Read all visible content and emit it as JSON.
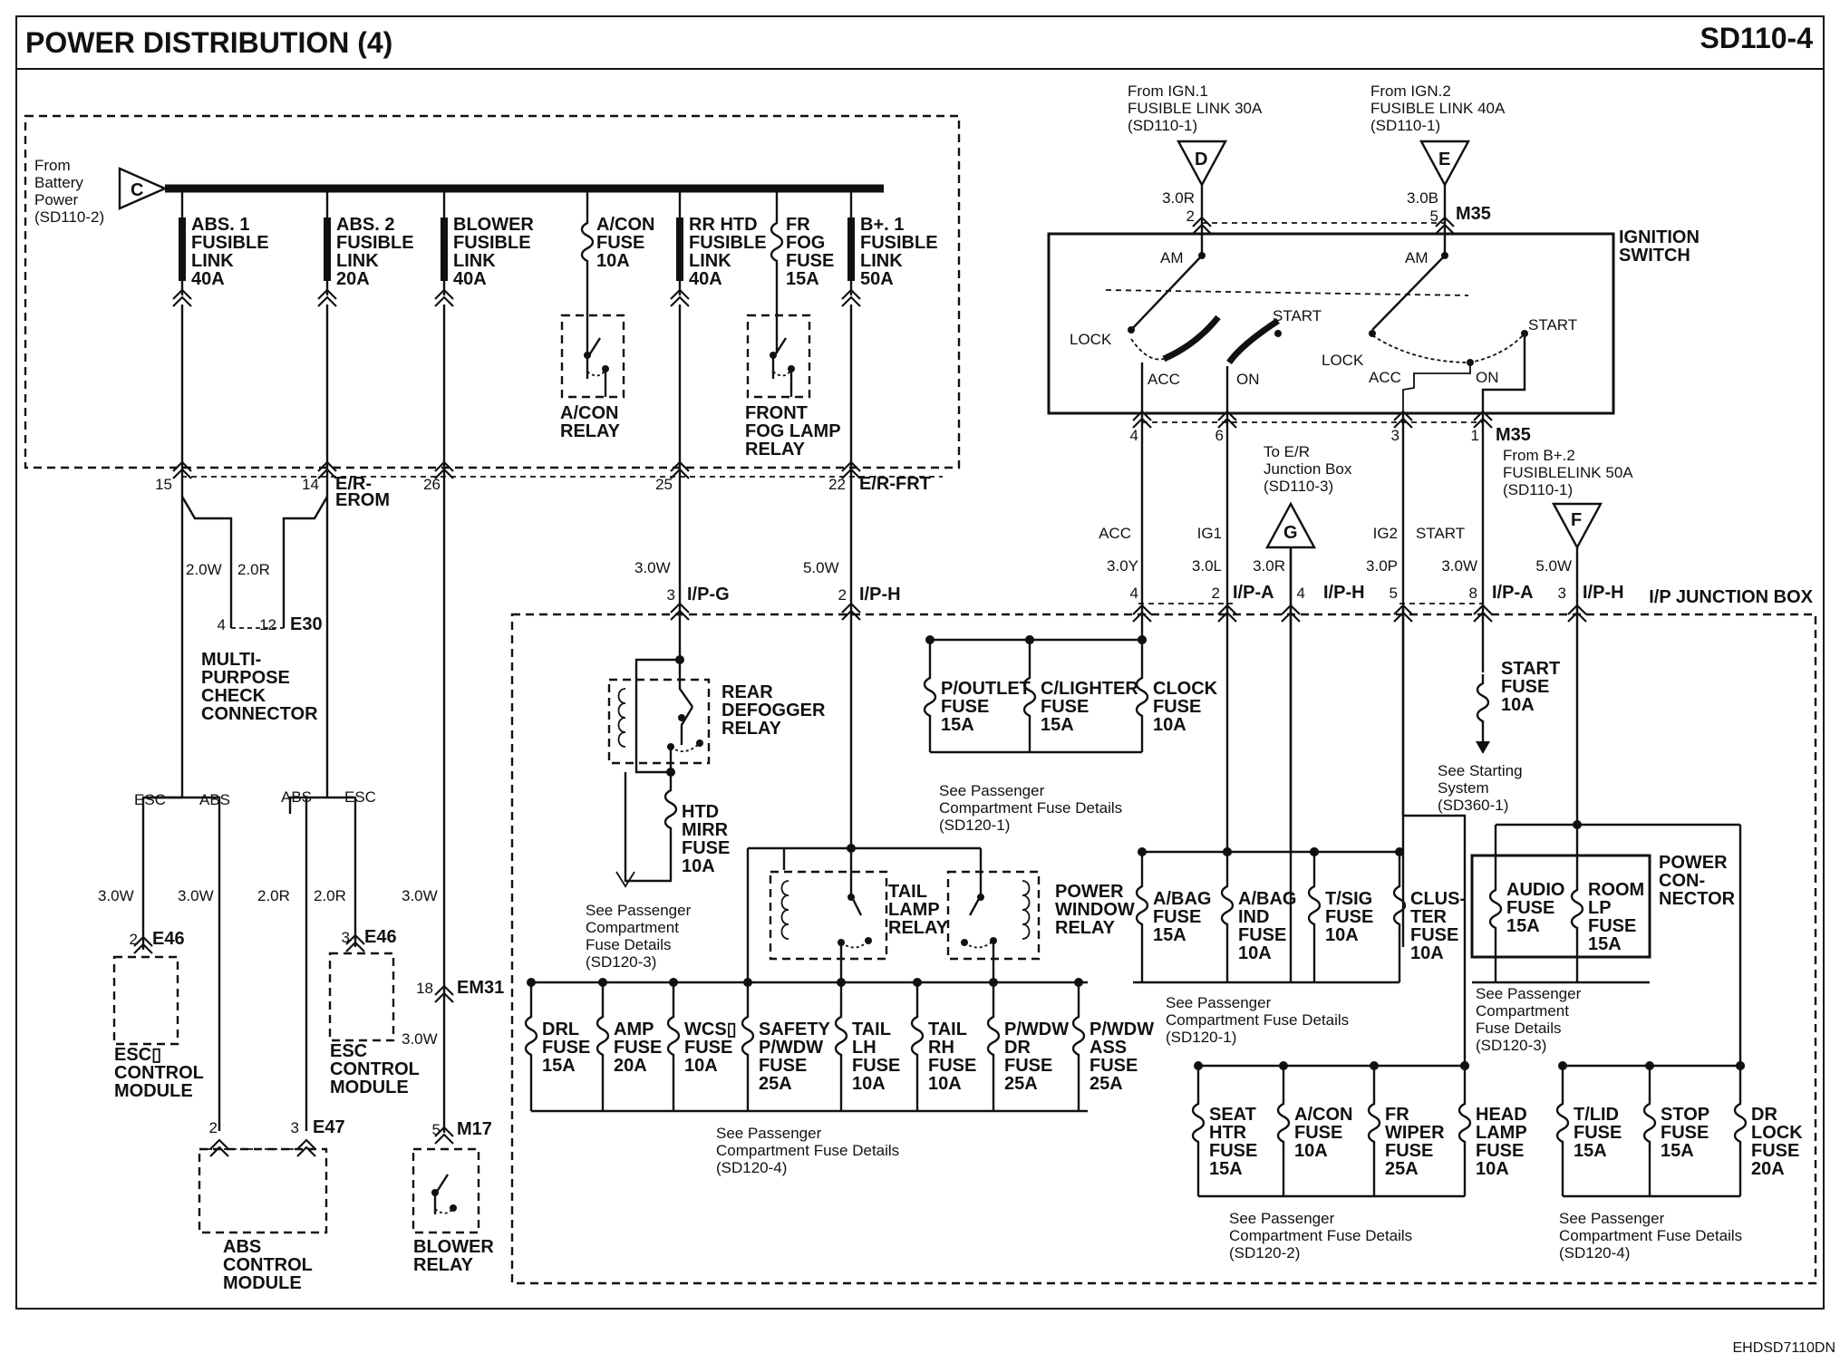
{
  "header": {
    "title": "POWER DISTRIBUTION (4)",
    "code": "SD110-4",
    "footer_code": "EHDSD7110DN"
  },
  "battery": {
    "source": [
      "From",
      "Battery",
      "Power",
      "(SD110-2)"
    ],
    "connector": "C"
  },
  "er_box": {
    "title": [
      "E/R",
      "JUNCTION",
      "BOX"
    ]
  },
  "er_fuses": [
    {
      "id": "abs1",
      "lines": [
        "ABS. 1",
        "FUSIBLE",
        "LINK",
        "40A"
      ]
    },
    {
      "id": "abs2",
      "lines": [
        "ABS. 2",
        "FUSIBLE",
        "LINK",
        "20A"
      ]
    },
    {
      "id": "blower",
      "lines": [
        "BLOWER",
        "FUSIBLE",
        "LINK",
        "40A"
      ]
    },
    {
      "id": "acon",
      "lines": [
        "A/CON",
        "FUSE",
        "10A"
      ]
    },
    {
      "id": "rrhtd",
      "lines": [
        "RR HTD",
        "FUSIBLE",
        "LINK",
        "40A"
      ]
    },
    {
      "id": "frfog",
      "lines": [
        "FR",
        "FOG",
        "FUSE",
        "15A"
      ]
    },
    {
      "id": "bplus1",
      "lines": [
        "B+. 1",
        "FUSIBLE",
        "LINK",
        "50A"
      ]
    }
  ],
  "er_relays": {
    "acon": [
      "A/CON",
      "RELAY"
    ],
    "fog": [
      "FRONT",
      "FOG LAMP",
      "RELAY"
    ]
  },
  "er_pins": {
    "p15": "15",
    "p14": "14",
    "erom": [
      "E/R-",
      "EROM"
    ],
    "p26": "26",
    "p25": "25",
    "p22": "22",
    "erfrt": "E/R-FRT"
  },
  "left": {
    "w1": "2.0W",
    "w2": "2.0R",
    "e30_4": "4",
    "e30_12": "12",
    "e30": "E30",
    "mpc": [
      "MULTI-",
      "PURPOSE",
      "CHECK",
      "CONNECTOR"
    ],
    "esc1": "ESC",
    "abs1": "ABS",
    "abs2": "ABS",
    "esc2": "ESC",
    "w3": "3.0W",
    "w4": "3.0W",
    "w5": "2.0R",
    "w6": "2.0R",
    "w7": "3.0W",
    "e46a_pin": "2",
    "e46a": "E46",
    "e46b_pin": "3",
    "e46b": "E46",
    "esc_mod_a": [
      "ESC▯",
      "CONTROL",
      "MODULE"
    ],
    "esc_mod_b": [
      "ESC",
      "CONTROL",
      "MODULE"
    ],
    "e47_2": "2",
    "e47_3": "3",
    "e47": "E47",
    "abs_mod": [
      "ABS",
      "CONTROL",
      "MODULE"
    ],
    "em31_pin": "18",
    "em31": "EM31",
    "w8": "3.0W",
    "m17_pin": "5",
    "m17": "M17",
    "blower_relay": [
      "BLOWER",
      "RELAY"
    ]
  },
  "middle": {
    "w_iph1": "3.0W",
    "pin3": "3",
    "ipg": "I/P-G",
    "w_iph2": "5.0W",
    "pin2": "2",
    "iph": "I/P-H",
    "rear_relay": [
      "REAR",
      "DEFOGGER",
      "RELAY"
    ],
    "htd_fuse": [
      "HTD",
      "MIRR",
      "FUSE",
      "10A"
    ],
    "see1": [
      "See Passenger",
      "Compartment",
      "Fuse Details",
      "(SD120-3)"
    ],
    "tail_relay": [
      "TAIL",
      "LAMP",
      "RELAY"
    ],
    "pw_relay": [
      "POWER",
      "WINDOW",
      "RELAY"
    ],
    "fuses": [
      {
        "id": "drl",
        "lines": [
          "DRL",
          "FUSE",
          "15A"
        ]
      },
      {
        "id": "amp",
        "lines": [
          "AMP",
          "FUSE",
          "20A"
        ]
      },
      {
        "id": "wcs",
        "lines": [
          "WCS▯",
          "FUSE",
          "10A"
        ]
      },
      {
        "id": "safety",
        "lines": [
          "SAFETY",
          "P/WDW",
          "FUSE",
          "25A"
        ]
      },
      {
        "id": "taillh",
        "lines": [
          "TAIL",
          "LH",
          "FUSE",
          "10A"
        ]
      },
      {
        "id": "tailrh",
        "lines": [
          "TAIL",
          "RH",
          "FUSE",
          "10A"
        ]
      },
      {
        "id": "pwdr",
        "lines": [
          "P/WDW",
          "DR",
          "FUSE",
          "25A"
        ]
      },
      {
        "id": "pwass",
        "lines": [
          "P/WDW",
          "ASS",
          "FUSE",
          "25A"
        ]
      }
    ],
    "see2": [
      "See Passenger",
      "Compartment Fuse Details",
      "(SD120-4)"
    ]
  },
  "ignition": {
    "ign1": [
      "From IGN.1",
      "FUSIBLE LINK 30A",
      "(SD110-1)"
    ],
    "d": "D",
    "ign2": [
      "From IGN.2",
      "FUSIBLE LINK 40A",
      "(SD110-1)"
    ],
    "e": "E",
    "w_d": "3.0R",
    "pin_d": "2",
    "w_e": "3.0B",
    "pin_e": "5",
    "m35": "M35",
    "switch": [
      "IGNITION",
      "SWITCH"
    ],
    "am1": "AM",
    "am2": "AM",
    "lock1": "LOCK",
    "lock2": "LOCK",
    "start1": "START",
    "start2": "START",
    "acc1": "ACC",
    "acc2": "ACC",
    "on1": "ON",
    "on2": "ON",
    "pin4": "4",
    "pin6": "6",
    "pin3": "3",
    "pin1": "1",
    "m35b": "M35",
    "to_er": [
      "To E/R",
      "Junction Box",
      "(SD110-3)"
    ],
    "g": "G",
    "from_b2": [
      "From B+.2",
      "FUSIBLELINK 50A",
      "(SD110-1)"
    ],
    "f": "F"
  },
  "ip_top": {
    "acc": "ACC",
    "ig1": "IG1",
    "ig2": "IG2",
    "start": "START",
    "w_acc": "3.0Y",
    "w_ig1": "3.0L",
    "w_g": "3.0R",
    "w_ig2": "3.0P",
    "w_start": "3.0W",
    "w_f": "5.0W",
    "p4": "4",
    "p2": "2",
    "ipa": "I/P-A",
    "p4b": "4",
    "iph": "I/P-H",
    "p5": "5",
    "p8": "8",
    "ipa2": "I/P-A",
    "p3": "3",
    "iph2": "I/P-H",
    "ip_box": "I/P JUNCTION BOX"
  },
  "right": {
    "top_fuses": [
      {
        "id": "poutlet",
        "lines": [
          "P/OUTLET",
          "FUSE",
          "15A"
        ]
      },
      {
        "id": "clighter",
        "lines": [
          "C/LIGHTER",
          "FUSE",
          "15A"
        ]
      },
      {
        "id": "clock",
        "lines": [
          "CLOCK",
          "FUSE",
          "10A"
        ]
      }
    ],
    "see_top": [
      "See Passenger",
      "Compartment Fuse Details",
      "(SD120-1)"
    ],
    "start_fuse": [
      "START",
      "FUSE",
      "10A"
    ],
    "see_start": [
      "See Starting",
      "System",
      "(SD360-1)"
    ],
    "mid_fuses": [
      {
        "id": "abag",
        "lines": [
          "A/BAG",
          "FUSE",
          "15A"
        ]
      },
      {
        "id": "abagind",
        "lines": [
          "A/BAG",
          "IND",
          "FUSE",
          "10A"
        ]
      },
      {
        "id": "tsig",
        "lines": [
          "T/SIG",
          "FUSE",
          "10A"
        ]
      },
      {
        "id": "cluster",
        "lines": [
          "CLUS-",
          "TER",
          "FUSE",
          "10A"
        ]
      }
    ],
    "see_mid": [
      "See Passenger",
      "Compartment Fuse Details",
      "(SD120-1)"
    ],
    "power_conn": [
      "POWER",
      "CON-",
      "NECTOR"
    ],
    "pc_fuses": [
      {
        "id": "audio",
        "lines": [
          "AUDIO",
          "FUSE",
          "15A"
        ]
      },
      {
        "id": "roomlp",
        "lines": [
          "ROOM",
          "LP",
          "FUSE",
          "15A"
        ]
      }
    ],
    "see_pc": [
      "See Passenger",
      "Compartment",
      "Fuse Details",
      "(SD120-3)"
    ],
    "bot_fuses": [
      {
        "id": "seat",
        "lines": [
          "SEAT",
          "HTR",
          "FUSE",
          "15A"
        ]
      },
      {
        "id": "acon2",
        "lines": [
          "A/CON",
          "FUSE",
          "10A"
        ]
      },
      {
        "id": "frwiper",
        "lines": [
          "FR",
          "WIPER",
          "FUSE",
          "25A"
        ]
      },
      {
        "id": "head",
        "lines": [
          "HEAD",
          "LAMP",
          "FUSE",
          "10A"
        ]
      }
    ],
    "see_bot": [
      "See Passenger",
      "Compartment Fuse Details",
      "(SD120-2)"
    ],
    "bot2_fuses": [
      {
        "id": "tlid",
        "lines": [
          "T/LID",
          "FUSE",
          "15A"
        ]
      },
      {
        "id": "stop",
        "lines": [
          "STOP",
          "FUSE",
          "15A"
        ]
      },
      {
        "id": "drlock",
        "lines": [
          "DR",
          "LOCK",
          "FUSE",
          "20A"
        ]
      }
    ],
    "see_bot2": [
      "See Passenger",
      "Compartment Fuse Details",
      "(SD120-4)"
    ]
  }
}
